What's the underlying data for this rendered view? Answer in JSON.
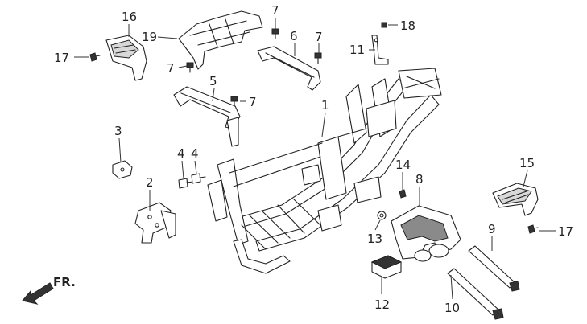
{
  "callouts": {
    "c1": "1",
    "c2": "2",
    "c3": "3",
    "c4a": "4",
    "c4b": "4",
    "c5": "5",
    "c6": "6",
    "c7a": "7",
    "c7b": "7",
    "c7c": "7",
    "c7d": "7",
    "c8": "8",
    "c9": "9",
    "c10": "10",
    "c11": "11",
    "c12": "12",
    "c13": "13",
    "c14": "14",
    "c15": "15",
    "c16": "16",
    "c17a": "17",
    "c17b": "17",
    "c18": "18",
    "c19": "19"
  },
  "direction": {
    "label": "FR."
  },
  "colors": {
    "line": "#222222",
    "background": "#ffffff",
    "shade": "#333333"
  }
}
